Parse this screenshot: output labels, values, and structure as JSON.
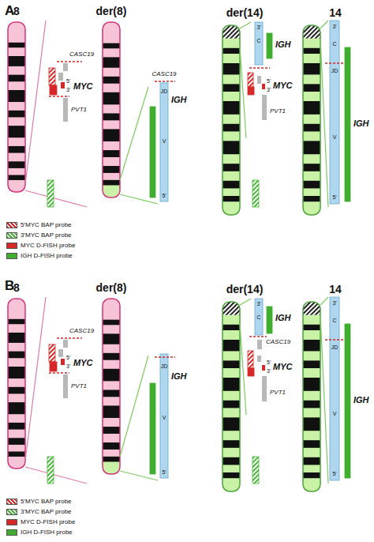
{
  "diagram": {
    "labels": [
      "A",
      "8",
      "der(8)",
      "der(14)",
      "14",
      "CASC19",
      "5'",
      "3'",
      "MYC",
      "PVT1",
      "CASC19",
      "JD",
      "V",
      "5'",
      "IGH",
      "3'",
      "C",
      "IGH",
      "5'",
      "3'",
      "MYC",
      "PVT1",
      "3'",
      "C",
      "JD",
      "V",
      "5'",
      "IGH",
      "B",
      "8",
      "der(8)",
      "der(14)",
      "14",
      "CASC19",
      "5'",
      "3'",
      "MYC",
      "PVT1",
      "JD",
      "V",
      "5'",
      "IGH",
      "3'",
      "C",
      "IGH",
      "CASC19",
      "5'",
      "3'",
      "MYC",
      "PVT1",
      "3'",
      "C",
      "JD",
      "V",
      "5'",
      "IGH"
    ],
    "legend": [
      {
        "text": "5'MYC BAP probe"
      },
      {
        "text": "3'MYC BAP probe"
      },
      {
        "text": "MYC D-FISH probe",
        "color": "#d62828"
      },
      {
        "text": "IGH D-FISH probe",
        "color": "#3fae2e"
      },
      {
        "text": "5'MYC BAP probe"
      },
      {
        "text": "3'MYC BAP probe"
      },
      {
        "text": "MYC D-FISH probe",
        "color": "#d62828"
      },
      {
        "text": "IGH D-FISH probe",
        "color": "#3fae2e"
      }
    ]
  }
}
